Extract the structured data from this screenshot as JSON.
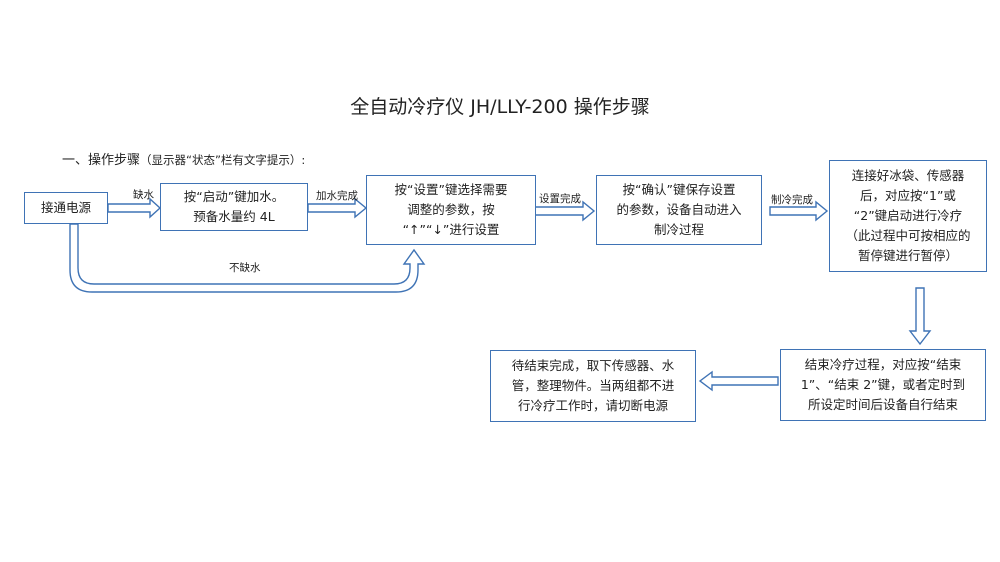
{
  "title": "全自动冷疗仪 JH/LLY-200 操作步骤",
  "subtitle": {
    "prefix": "一、操作步骤",
    "note": "（显示器“状态”栏有文字提示）:"
  },
  "boxes": {
    "power_on": "接通电源",
    "start_add_water": "按“启动”键加水。\n预备水量约 4L",
    "set_params": "按“设置”键选择需要\n调整的参数，按\n“↑”“↓”进行设置",
    "confirm_save": "按“确认”键保存设置\n的参数，设备自动进入\n制冷过程",
    "connect_start": "连接好冰袋、传感器\n后，对应按“1”或\n“2”键启动进行冷疗\n（此过程中可按相应的\n暂停键进行暂停）",
    "end_therapy": "结束冷疗过程，对应按“结束\n1”、“结束 2”键，或者定时到\n所设定时间后设备自行结束",
    "finish_cleanup": "待结束完成，取下传感器、水\n管，整理物件。当两组都不进\n行冷疗工作时，请切断电源"
  },
  "arrow_labels": {
    "lack_water": "缺水",
    "water_done": "加水完成",
    "no_lack_water": "不缺水",
    "setup_done": "设置完成",
    "cooling_done": "制冷完成"
  },
  "colors": {
    "border": "#3f73b5",
    "arrow_fill": "#ffffff"
  }
}
